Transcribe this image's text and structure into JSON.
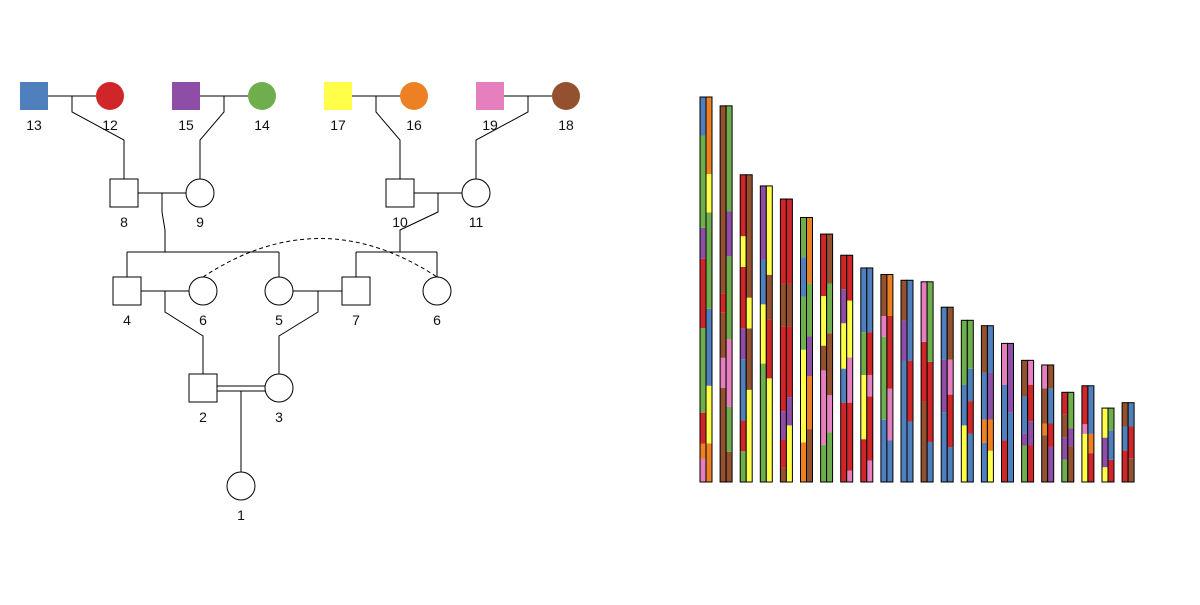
{
  "palette": {
    "blue": "#4f7fbd",
    "red": "#d0262a",
    "purple": "#8e4ea6",
    "green": "#6fae4c",
    "yellow": "#ffff4a",
    "orange": "#ec8023",
    "pink": "#e57fbd",
    "brown": "#935130",
    "line": "#000000"
  },
  "pedigree": {
    "founders": [
      {
        "id": "13",
        "sex": "male",
        "color": "blue"
      },
      {
        "id": "12",
        "sex": "female",
        "color": "red"
      },
      {
        "id": "15",
        "sex": "male",
        "color": "purple"
      },
      {
        "id": "14",
        "sex": "female",
        "color": "green"
      },
      {
        "id": "17",
        "sex": "male",
        "color": "yellow"
      },
      {
        "id": "16",
        "sex": "female",
        "color": "orange"
      },
      {
        "id": "19",
        "sex": "male",
        "color": "pink"
      },
      {
        "id": "18",
        "sex": "female",
        "color": "brown"
      }
    ],
    "generation2": [
      {
        "id": "8",
        "sex": "male"
      },
      {
        "id": "9",
        "sex": "female"
      },
      {
        "id": "10",
        "sex": "male"
      },
      {
        "id": "11",
        "sex": "female"
      }
    ],
    "generation3": [
      {
        "id": "4",
        "sex": "male"
      },
      {
        "id": "6",
        "sex": "female"
      },
      {
        "id": "5",
        "sex": "female"
      },
      {
        "id": "7",
        "sex": "male"
      },
      {
        "id": "6",
        "sex": "female"
      }
    ],
    "generation4": [
      {
        "id": "2",
        "sex": "male"
      },
      {
        "id": "3",
        "sex": "female"
      }
    ],
    "generation5": [
      {
        "id": "1",
        "sex": "female"
      }
    ]
  },
  "chromosome_panel": {
    "chromosome_count": 22,
    "haplotypes_per_chromosome": 2,
    "relative_lengths": [
      1.0,
      0.977,
      0.798,
      0.769,
      0.735,
      0.687,
      0.644,
      0.589,
      0.556,
      0.539,
      0.524,
      0.52,
      0.454,
      0.42,
      0.406,
      0.36,
      0.316,
      0.304,
      0.233,
      0.25,
      0.192,
      0.206
    ],
    "segments": [
      [
        [
          "pink",
          0.06
        ],
        [
          "orange",
          0.04
        ],
        [
          "red",
          0.08
        ],
        [
          "green",
          0.22
        ],
        [
          "red",
          0.18
        ],
        [
          "purple",
          0.08
        ],
        [
          "green",
          0.24
        ],
        [
          "blue",
          0.1
        ]
      ],
      [
        [
          "orange",
          0.1
        ],
        [
          "yellow",
          0.15
        ],
        [
          "blue",
          0.2
        ],
        [
          "green",
          0.25
        ],
        [
          "yellow",
          0.1
        ],
        [
          "orange",
          0.2
        ]
      ],
      [
        [
          "brown",
          0.25
        ],
        [
          "pink",
          0.08
        ],
        [
          "brown",
          0.12
        ],
        [
          "red",
          0.05
        ],
        [
          "brown",
          0.5
        ]
      ],
      [
        [
          "brown",
          0.08
        ],
        [
          "green",
          0.12
        ],
        [
          "pink",
          0.18
        ],
        [
          "green",
          0.22
        ],
        [
          "purple",
          0.12
        ],
        [
          "green",
          0.28
        ]
      ],
      [
        [
          "green",
          0.1
        ],
        [
          "red",
          0.1
        ],
        [
          "blue",
          0.2
        ],
        [
          "purple",
          0.1
        ],
        [
          "red",
          0.2
        ],
        [
          "yellow",
          0.1
        ],
        [
          "red",
          0.2
        ]
      ],
      [
        [
          "yellow",
          0.3
        ],
        [
          "brown",
          0.2
        ],
        [
          "yellow",
          0.1
        ],
        [
          "brown",
          0.4
        ]
      ],
      [
        [
          "green",
          0.4
        ],
        [
          "yellow",
          0.2
        ],
        [
          "blue",
          0.15
        ],
        [
          "purple",
          0.25
        ]
      ],
      [
        [
          "yellow",
          0.35
        ],
        [
          "red",
          0.2
        ],
        [
          "brown",
          0.15
        ],
        [
          "yellow",
          0.3
        ]
      ],
      [
        [
          "brown",
          0.05
        ],
        [
          "red",
          0.1
        ],
        [
          "purple",
          0.1
        ],
        [
          "red",
          0.3
        ],
        [
          "brown",
          0.15
        ],
        [
          "red",
          0.3
        ]
      ],
      [
        [
          "yellow",
          0.2
        ],
        [
          "purple",
          0.1
        ],
        [
          "red",
          0.25
        ],
        [
          "brown",
          0.15
        ],
        [
          "red",
          0.3
        ]
      ],
      [
        [
          "orange",
          0.15
        ],
        [
          "yellow",
          0.35
        ],
        [
          "green",
          0.2
        ],
        [
          "blue",
          0.15
        ],
        [
          "green",
          0.15
        ]
      ],
      [
        [
          "brown",
          0.2
        ],
        [
          "orange",
          0.2
        ],
        [
          "purple",
          0.15
        ],
        [
          "green",
          0.2
        ],
        [
          "orange",
          0.25
        ]
      ],
      [
        [
          "green",
          0.15
        ],
        [
          "pink",
          0.3
        ],
        [
          "brown",
          0.1
        ],
        [
          "yellow",
          0.2
        ],
        [
          "red",
          0.25
        ]
      ],
      [
        [
          "green",
          0.2
        ],
        [
          "pink",
          0.15
        ],
        [
          "brown",
          0.25
        ],
        [
          "green",
          0.2
        ],
        [
          "brown",
          0.2
        ]
      ],
      [
        [
          "red",
          0.35
        ],
        [
          "blue",
          0.15
        ],
        [
          "yellow",
          0.2
        ],
        [
          "purple",
          0.15
        ],
        [
          "red",
          0.15
        ]
      ],
      [
        [
          "pink",
          0.05
        ],
        [
          "red",
          0.3
        ],
        [
          "pink",
          0.2
        ],
        [
          "yellow",
          0.25
        ],
        [
          "red",
          0.2
        ]
      ],
      [
        [
          "red",
          0.2
        ],
        [
          "yellow",
          0.3
        ],
        [
          "green",
          0.2
        ],
        [
          "blue",
          0.3
        ]
      ],
      [
        [
          "pink",
          0.1
        ],
        [
          "red",
          0.3
        ],
        [
          "pink",
          0.1
        ],
        [
          "red",
          0.2
        ],
        [
          "blue",
          0.3
        ]
      ],
      [
        [
          "blue",
          0.3
        ],
        [
          "green",
          0.4
        ],
        [
          "pink",
          0.1
        ],
        [
          "brown",
          0.2
        ]
      ],
      [
        [
          "blue",
          0.2
        ],
        [
          "pink",
          0.25
        ],
        [
          "red",
          0.35
        ],
        [
          "orange",
          0.2
        ]
      ],
      [
        [
          "blue",
          0.6
        ],
        [
          "purple",
          0.2
        ],
        [
          "brown",
          0.2
        ]
      ],
      [
        [
          "blue",
          0.3
        ],
        [
          "red",
          0.3
        ],
        [
          "blue",
          0.4
        ]
      ],
      [
        [
          "brown",
          0.4
        ],
        [
          "red",
          0.3
        ],
        [
          "pink",
          0.3
        ]
      ],
      [
        [
          "blue",
          0.2
        ],
        [
          "red",
          0.4
        ],
        [
          "green",
          0.4
        ]
      ],
      [
        [
          "blue",
          0.4
        ],
        [
          "purple",
          0.3
        ],
        [
          "blue",
          0.3
        ]
      ],
      [
        [
          "blue",
          0.2
        ],
        [
          "red",
          0.3
        ],
        [
          "pink",
          0.2
        ],
        [
          "brown",
          0.3
        ]
      ],
      [
        [
          "yellow",
          0.35
        ],
        [
          "blue",
          0.25
        ],
        [
          "green",
          0.4
        ]
      ],
      [
        [
          "blue",
          0.3
        ],
        [
          "red",
          0.2
        ],
        [
          "blue",
          0.2
        ],
        [
          "green",
          0.3
        ]
      ],
      [
        [
          "blue",
          0.25
        ],
        [
          "orange",
          0.15
        ],
        [
          "blue",
          0.3
        ],
        [
          "brown",
          0.3
        ]
      ],
      [
        [
          "yellow",
          0.2
        ],
        [
          "orange",
          0.2
        ],
        [
          "purple",
          0.3
        ],
        [
          "blue",
          0.3
        ]
      ],
      [
        [
          "red",
          0.3
        ],
        [
          "blue",
          0.4
        ],
        [
          "pink",
          0.3
        ]
      ],
      [
        [
          "blue",
          0.5
        ],
        [
          "purple",
          0.5
        ]
      ],
      [
        [
          "green",
          0.3
        ],
        [
          "purple",
          0.1
        ],
        [
          "blue",
          0.3
        ],
        [
          "brown",
          0.3
        ]
      ],
      [
        [
          "red",
          0.3
        ],
        [
          "purple",
          0.2
        ],
        [
          "red",
          0.3
        ],
        [
          "pink",
          0.2
        ]
      ],
      [
        [
          "brown",
          0.4
        ],
        [
          "orange",
          0.1
        ],
        [
          "brown",
          0.3
        ],
        [
          "pink",
          0.2
        ]
      ],
      [
        [
          "purple",
          0.3
        ],
        [
          "red",
          0.2
        ],
        [
          "blue",
          0.3
        ],
        [
          "brown",
          0.2
        ]
      ],
      [
        [
          "green",
          0.25
        ],
        [
          "purple",
          0.25
        ],
        [
          "brown",
          0.25
        ],
        [
          "red",
          0.25
        ]
      ],
      [
        [
          "brown",
          0.4
        ],
        [
          "purple",
          0.2
        ],
        [
          "green",
          0.4
        ]
      ],
      [
        [
          "yellow",
          0.5
        ],
        [
          "pink",
          0.1
        ],
        [
          "red",
          0.4
        ]
      ],
      [
        [
          "red",
          0.3
        ],
        [
          "orange",
          0.2
        ],
        [
          "blue",
          0.5
        ]
      ],
      [
        [
          "yellow",
          0.2
        ],
        [
          "purple",
          0.4
        ],
        [
          "yellow",
          0.4
        ]
      ],
      [
        [
          "red",
          0.3
        ],
        [
          "blue",
          0.4
        ],
        [
          "green",
          0.3
        ]
      ],
      [
        [
          "red",
          0.4
        ],
        [
          "blue",
          0.3
        ],
        [
          "brown",
          0.3
        ]
      ],
      [
        [
          "brown",
          0.3
        ],
        [
          "red",
          0.4
        ],
        [
          "blue",
          0.3
        ]
      ]
    ]
  }
}
